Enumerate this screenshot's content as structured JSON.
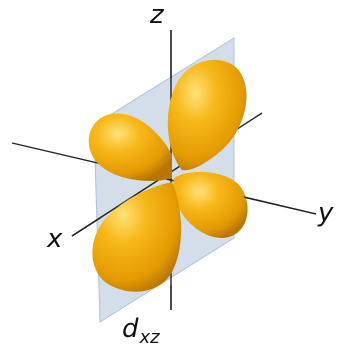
{
  "labels": {
    "z_axis": "z",
    "y_axis": "y",
    "x_axis": "x",
    "orbital_main": "d",
    "orbital_sub": "xz"
  },
  "colors": {
    "lobe": "#f2a500",
    "lobe_highlight": "#ffd34d",
    "lobe_shadow": "#b87600",
    "plane": "#c9d6e4",
    "axis": "#222222"
  }
}
